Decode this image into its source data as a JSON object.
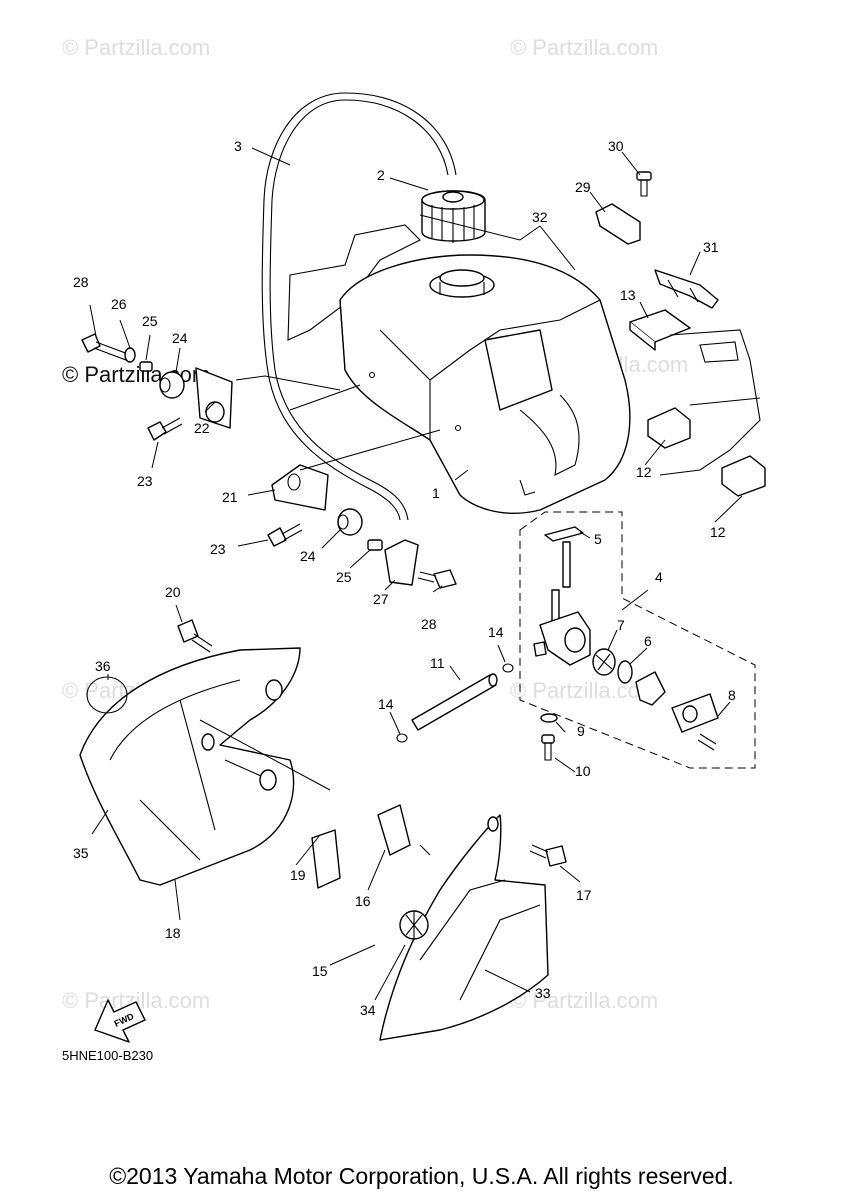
{
  "watermarks": {
    "light": "© Partzilla.com",
    "strong": "© Partzilla.com"
  },
  "diagram_code": "5HNE100-B230",
  "fwd_label": "FWD",
  "copyright": "©2013 Yamaha Motor Corporation, U.S.A. All rights reserved.",
  "callouts": {
    "c1": "1",
    "c2": "2",
    "c3": "3",
    "c4": "4",
    "c5": "5",
    "c6": "6",
    "c7": "7",
    "c8": "8",
    "c9": "9",
    "c10": "10",
    "c11": "11",
    "c12a": "12",
    "c12b": "12",
    "c13": "13",
    "c14a": "14",
    "c14b": "14",
    "c15": "15",
    "c16": "16",
    "c17": "17",
    "c18": "18",
    "c19": "19",
    "c20": "20",
    "c21": "21",
    "c22": "22",
    "c23a": "23",
    "c23b": "23",
    "c24a": "24",
    "c24b": "24",
    "c25a": "25",
    "c25b": "25",
    "c26": "26",
    "c27": "27",
    "c28a": "28",
    "c28b": "28",
    "c29": "29",
    "c30": "30",
    "c31": "31",
    "c32": "32",
    "c33": "33",
    "c34": "34",
    "c35": "35",
    "c36": "36"
  },
  "colors": {
    "line": "#000000",
    "watermark": "#dddddd"
  }
}
